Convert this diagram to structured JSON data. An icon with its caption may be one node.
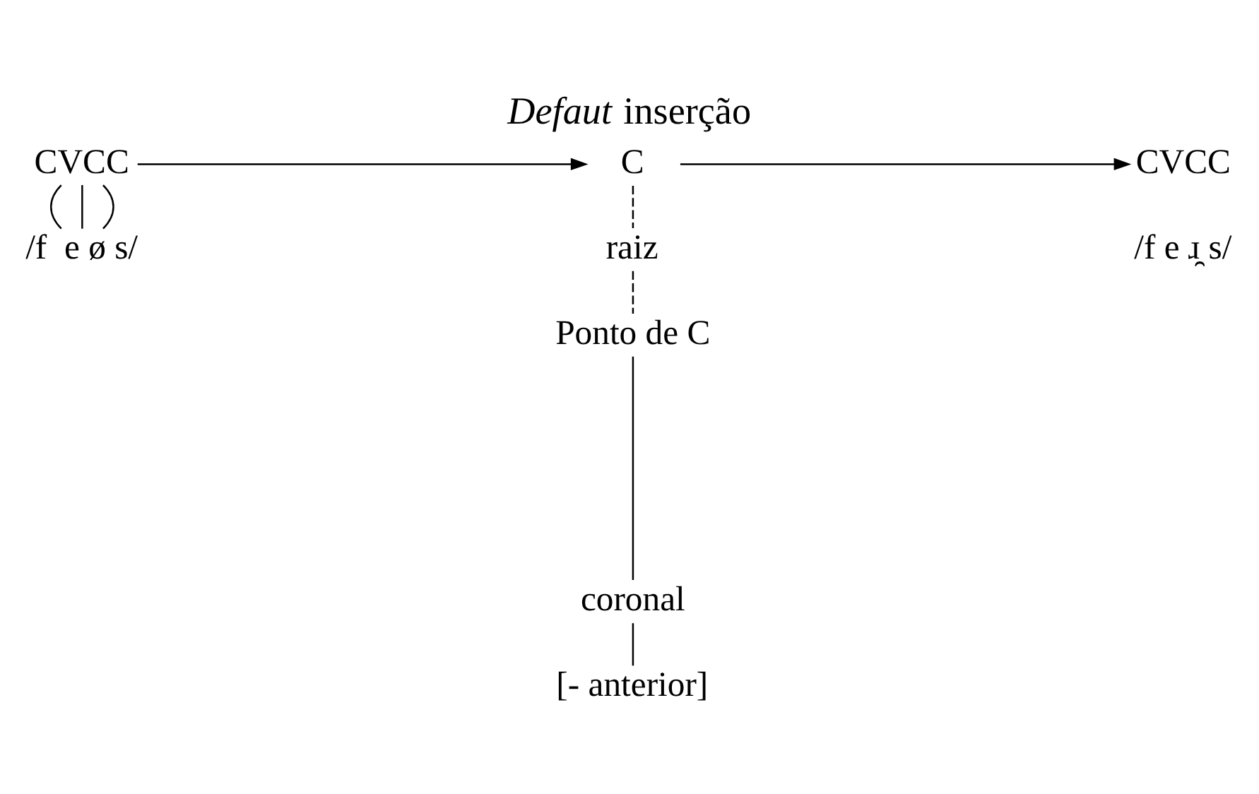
{
  "diagram": {
    "title": "*Defaut* inserção",
    "nodes": [
      {
        "text": [
          "CVCC"
        ]
      },
      {
        "text": [
          "/f  e ø s/"
        ]
      },
      {
        "text": [
          "C"
        ]
      },
      {
        "text": [
          "raiz"
        ]
      },
      {
        "text": [
          "Ponto de C"
        ]
      },
      {
        "text": [
          "coronal"
        ]
      },
      {
        "text": [
          "[- anterior]"
        ]
      },
      {
        "text": [
          "CVCC"
        ]
      },
      {
        "text": [
          "/f e ɹ̯ s/"
        ]
      }
    ],
    "edges": [
      {
        "from": 0,
        "to": 1,
        "arrow": "none"
      },
      {
        "from": 0,
        "to": 1,
        "arrow": "none"
      },
      {
        "from": 0,
        "to": 1,
        "arrow": "none"
      },
      {
        "from": 0,
        "to": 2,
        "arrow": "to"
      },
      {
        "from": 2,
        "to": 7,
        "arrow": "to"
      },
      {
        "from": 2,
        "to": 3,
        "arrow": "none",
        "style": "dashed"
      },
      {
        "from": 3,
        "to": 4,
        "arrow": "none",
        "style": "dashed"
      },
      {
        "from": 4,
        "to": 5,
        "arrow": "none"
      },
      {
        "from": 5,
        "to": 6,
        "arrow": "none"
      }
    ]
  }
}
